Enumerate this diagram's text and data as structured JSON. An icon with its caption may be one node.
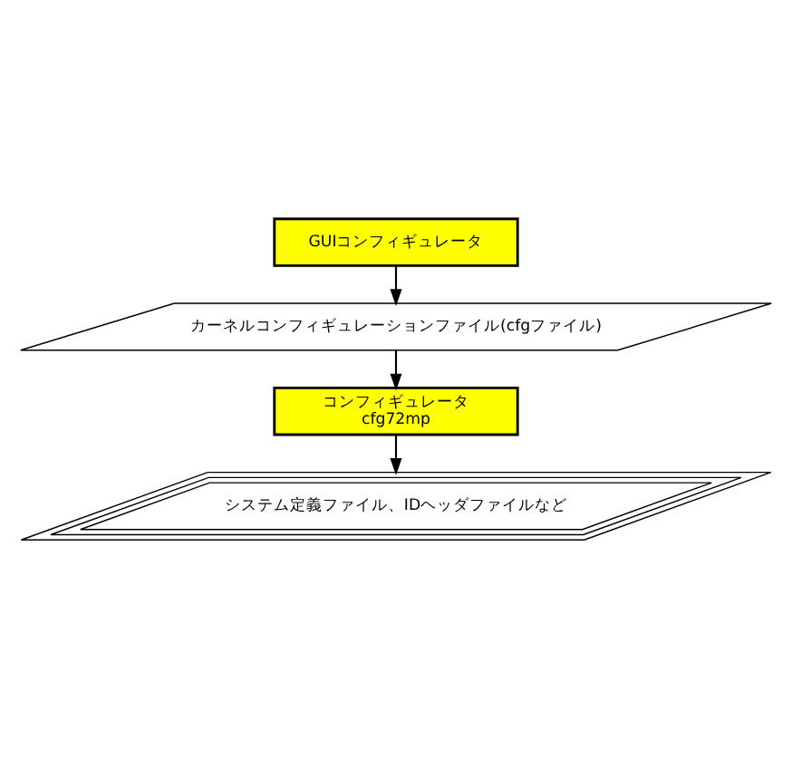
{
  "diagram": {
    "nodes": [
      {
        "text": [
          "GUIコンフィギュレータ"
        ]
      },
      {
        "text": [
          "カーネルコンフィギュレーションファイル(cfgファイル)"
        ]
      },
      {
        "text": [
          "コンフィギュレータ",
          "cfg72mp"
        ]
      },
      {
        "text": [
          "システム定義ファイル、IDヘッダファイルなど"
        ]
      }
    ],
    "edges": [
      {
        "from": 0,
        "to": 1,
        "arrow": "to"
      },
      {
        "from": 1,
        "to": 2,
        "arrow": "to"
      },
      {
        "from": 2,
        "to": 3,
        "arrow": "to"
      }
    ]
  }
}
